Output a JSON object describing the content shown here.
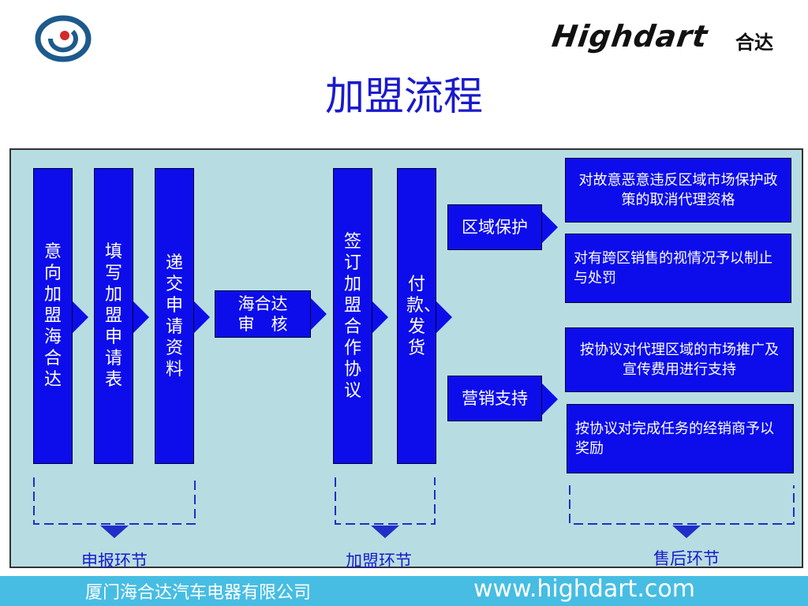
{
  "header": {
    "logo_icon": "circle-swirl-logo-icon",
    "brand_latin": "Highdart",
    "brand_cn": "合达",
    "title": "加盟流程"
  },
  "steps": {
    "intent": "意向加盟海合达",
    "fill_form": "填写加盟申请表",
    "submit_docs": "递交申请资料",
    "review": "海合达审　核",
    "sign": "签订加盟合作协议",
    "pay": "付款、发货"
  },
  "branches": {
    "region": {
      "label": "区域保护",
      "items": [
        "对故意恶意违反区域市场保护政策的取消代理资格",
        "对有跨区销售的视情况予以制止与处罚"
      ]
    },
    "marketing": {
      "label": "营销支持",
      "items": [
        "按协议对代理区域的市场推广及宣传费用进行支持",
        "按协议对完成任务的经销商予以奖励"
      ]
    }
  },
  "phases": [
    "申报环节",
    "加盟环节",
    "售后环节"
  ],
  "footer": {
    "company": "厦门海合达汽车电器有限公司",
    "url": "www.highdart.com"
  },
  "colors": {
    "box_blue": "#0d0deb",
    "panel_bg": "#b7dde2",
    "title_blue": "#1a1acc",
    "footer_bg": "#47bde3",
    "dash_blue": "#1f2fc7"
  }
}
